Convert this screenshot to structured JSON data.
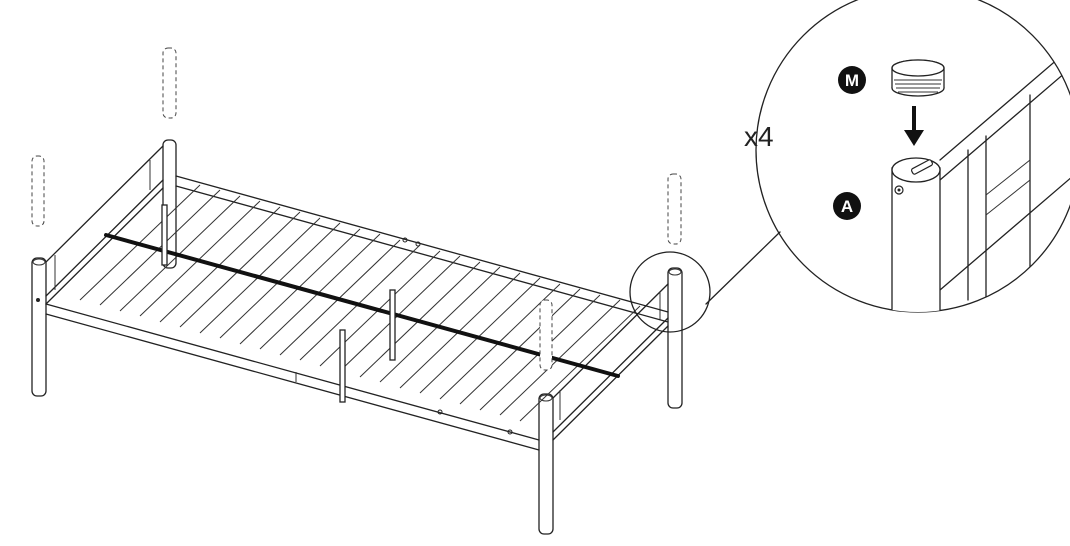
{
  "callout": {
    "quantity_label": "x4",
    "part_labels": [
      "M",
      "A"
    ]
  },
  "colors": {
    "line": "#222222",
    "badge_fill": "#111111",
    "badge_text": "#ffffff",
    "background": "#ffffff"
  },
  "icons": [
    "down-arrow-icon",
    "part-badge-icon"
  ]
}
